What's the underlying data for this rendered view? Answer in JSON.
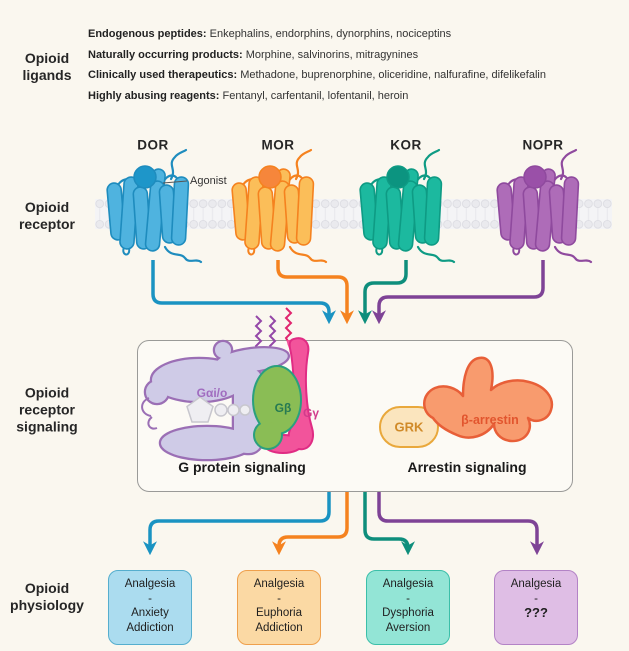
{
  "colors": {
    "background": "#FAF7EF",
    "membrane_band": "#F4F4F6",
    "membrane_head": "#EAEAEE",
    "membrane_head_stroke": "#DBDBE1",
    "membrane_tail": "#E7E7EC",
    "box_border": "#9A9A98",
    "galpha_fill": "#CFCBE7",
    "galpha_dark": "#9B6FB5",
    "gdp_fill": "#EFEEF2",
    "gdp_stroke": "#C8C7CE",
    "gbeta_fill": "#8ABD55",
    "gbeta_dark": "#2AA07E",
    "ggamma_fill": "#F2549B",
    "ggamma_dark": "#E02C84",
    "grk_fill": "#FBE5BE",
    "grk_stroke": "#E9A83C",
    "arrestin_fill": "#F89B6E",
    "arrestin_dark": "#E85F38",
    "zigzag_purple": "#9448A8",
    "zigzag_pink": "#E0266F",
    "label_galpha": "#A06CBF",
    "label_gbeta": "#267A52",
    "label_ggamma": "#D13C8C",
    "label_grk": "#D08A28",
    "label_barrestin": "#E2552E",
    "pointer": "#555555"
  },
  "rail": {
    "ligands": [
      "Opioid",
      "ligands"
    ],
    "receptor": [
      "Opioid",
      "receptor"
    ],
    "signaling": [
      "Opioid",
      "receptor",
      "signaling"
    ],
    "physiology": [
      "Opioid",
      "physiology"
    ]
  },
  "ligands": {
    "rows": [
      {
        "title": "Endogenous peptides:",
        "content": " Enkephalins, endorphins, dynorphins, nociceptins"
      },
      {
        "title": "Naturally occurring products:",
        "content": " Morphine, salvinorins, mitragynines"
      },
      {
        "title": "Clinically used therapeutics:",
        "content": " Methadone, buprenorphine, oliceridine, nalfurafine, difelikefalin"
      },
      {
        "title": "Highly abusing reagents:",
        "content": " Fentanyl, carfentanil, lofentanil, heroin"
      }
    ]
  },
  "receptor_section": {
    "agonist_label": "Agonist"
  },
  "receptors": [
    {
      "id": "dor",
      "name": "DOR",
      "colors": {
        "body": "#4FB3DF",
        "dark": "#1E8CBE",
        "agonist": "#1E96C9",
        "arrow": "#1A93C2",
        "box_fill": "#ABDCEF",
        "box_border": "#55AECE"
      }
    },
    {
      "id": "mor",
      "name": "MOR",
      "colors": {
        "body": "#FBBE59",
        "dark": "#F5821F",
        "agonist": "#F6863B",
        "arrow": "#F5821F",
        "box_fill": "#FBD9A4",
        "box_border": "#EFA04C"
      }
    },
    {
      "id": "kor",
      "name": "KOR",
      "colors": {
        "body": "#1CB99F",
        "dark": "#0E9B84",
        "agonist": "#0C9480",
        "arrow": "#0E8E7C",
        "box_fill": "#93E5D6",
        "box_border": "#3BBFA9"
      }
    },
    {
      "id": "nopr",
      "name": "NOPR",
      "colors": {
        "body": "#AE6CB8",
        "dark": "#8F4A9E",
        "agonist": "#9A50A8",
        "arrow": "#7E4396",
        "box_fill": "#DFBEE5",
        "box_border": "#B383C6"
      }
    }
  ],
  "signaling": {
    "galpha": "Gαi/o",
    "gbeta": "Gβ",
    "ggamma": "Gγ",
    "grk": "GRK",
    "barrestin": "β-arrestin",
    "g_caption": "G protein signaling",
    "arrestin_caption": "Arrestin signaling"
  },
  "physiology": {
    "boxes": [
      {
        "lines": [
          "Analgesia",
          "-",
          "Anxiety",
          "Addiction"
        ]
      },
      {
        "lines": [
          "Analgesia",
          "-",
          "Euphoria",
          "Addiction"
        ]
      },
      {
        "lines": [
          "Analgesia",
          "-",
          "Dysphoria",
          "Aversion"
        ]
      },
      {
        "lines": [
          "Analgesia",
          "-",
          "???",
          ""
        ]
      }
    ]
  }
}
